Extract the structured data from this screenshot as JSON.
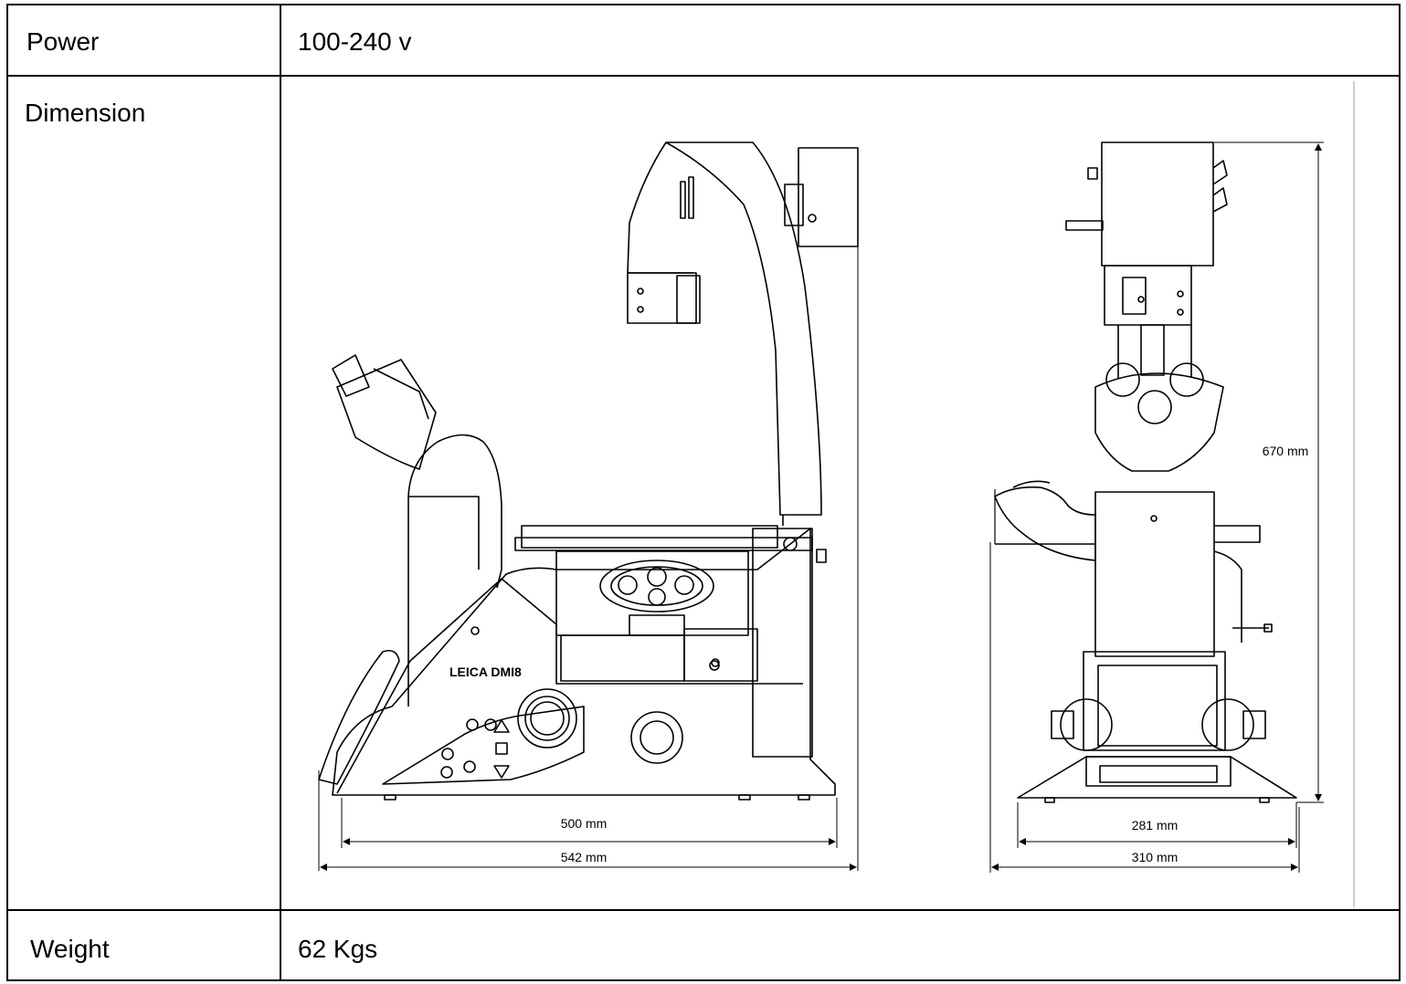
{
  "rows": [
    {
      "label": "Power",
      "value": "100-240 v"
    },
    {
      "label": "Dimension",
      "value": ""
    },
    {
      "label": "Weight",
      "value": "62 Kgs"
    }
  ],
  "drawing": {
    "brand_label": "LEICA DMI8",
    "dimensions": {
      "side_inner_width": "500 mm",
      "side_outer_width": "542 mm",
      "front_inner_width": "281 mm",
      "front_outer_width": "310 mm",
      "height": "670 mm"
    }
  }
}
